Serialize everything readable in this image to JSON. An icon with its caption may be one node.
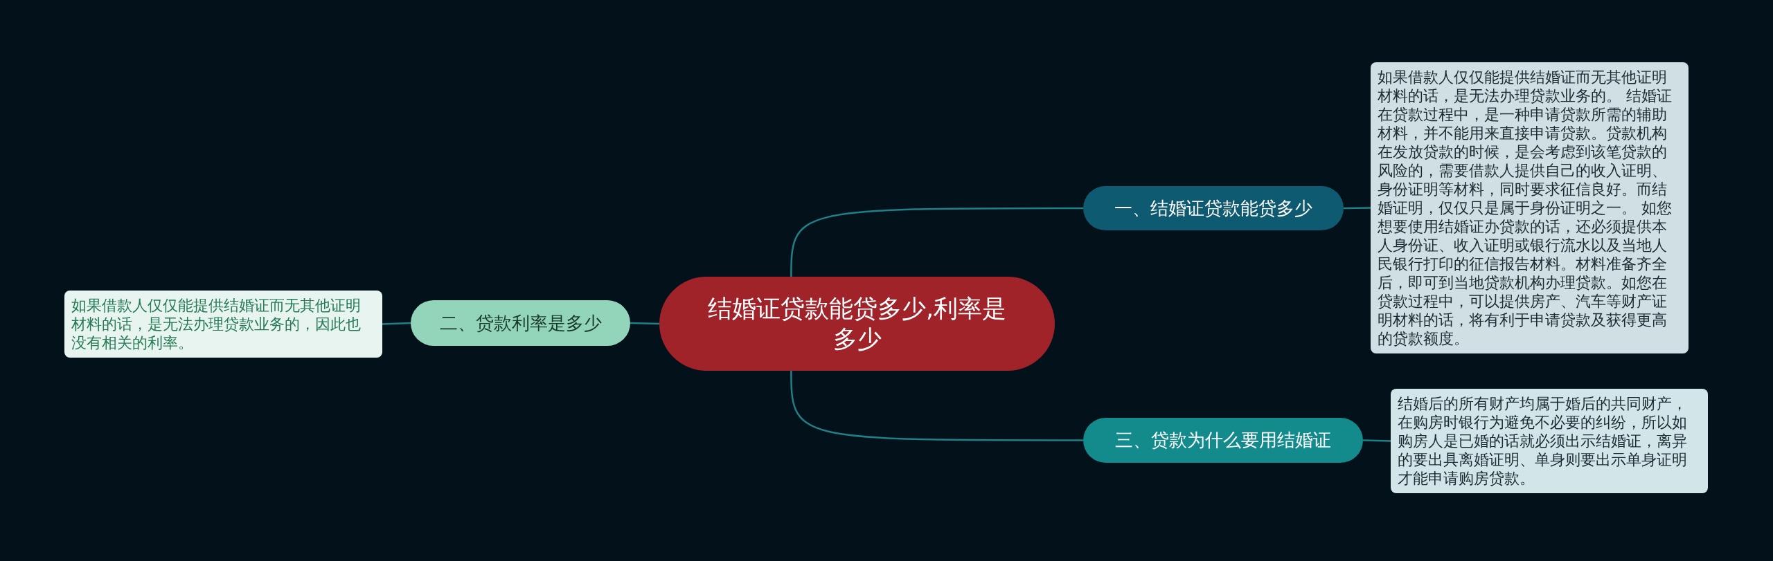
{
  "diagram": {
    "nodes": [
      {
        "text": [
          "结婚证贷款能贷多少,利率是多少"
        ]
      },
      {
        "text": [
          "一、结婚证贷款能贷多少"
        ]
      },
      {
        "text": [
          "如果借款人仅仅能提供结婚证而无其他证明材料的话，是无法办理贷款业务的。 结婚证在贷款过程中，是一种申请贷款所需的辅助材料，并不能用来直接申请贷款。贷款机构在发放贷款的时候，是会考虑到该笔贷款的风险的，需要借款人提供自己的收入证明、身份证明等材料，同时要求征信良好。而结婚证明，仅仅只是属于身份证明之一。 如您想要使用结婚证办贷款的话，还必须提供本人身份证、收入证明或银行流水以及当地人民银行打印的征信报告材料。材料准备齐全后，即可到当地贷款机构办理贷款。如您在贷款过程中，可以提供房产、汽车等财产证明材料的话，将有利于申请贷款及获得更高的贷款额度。"
        ]
      },
      {
        "text": [
          "二、贷款利率是多少"
        ]
      },
      {
        "text": [
          "如果借款人仅仅能提供结婚证而无其他证明材料的话，是无法办理贷款业务的，因此也没有相关的利率。"
        ]
      },
      {
        "text": [
          "三、贷款为什么要用结婚证"
        ]
      },
      {
        "text": [
          "结婚后的所有财产均属于婚后的共同财产，在购房时银行为避免不必要的纠纷，所以如购房人是已婚的话就必须出示结婚证，离异的要出具离婚证明、单身则要出示单身证明才能申请购房贷款。"
        ]
      }
    ],
    "edges": [
      {
        "from": 0,
        "to": 1,
        "arrow": "none"
      },
      {
        "from": 1,
        "to": 2,
        "arrow": "none"
      },
      {
        "from": 0,
        "to": 3,
        "arrow": "none"
      },
      {
        "from": 3,
        "to": 4,
        "arrow": "none"
      },
      {
        "from": 0,
        "to": 5,
        "arrow": "none"
      },
      {
        "from": 5,
        "to": 6,
        "arrow": "none"
      }
    ]
  }
}
